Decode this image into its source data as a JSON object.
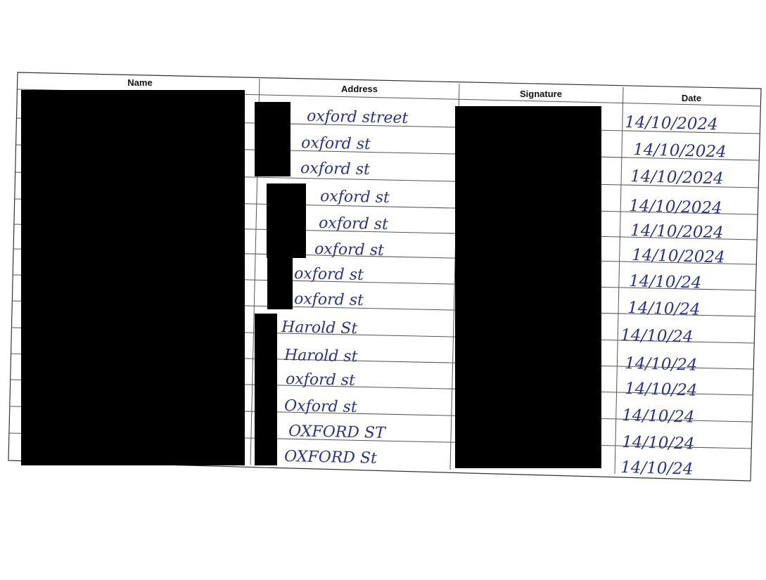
{
  "headers": {
    "name": "Name",
    "address": "Address",
    "signature": "Signature",
    "date": "Date"
  },
  "rows": [
    {
      "address": "oxford street",
      "date": "14/10/2024"
    },
    {
      "address": "oxford st",
      "date": "14/10/2024"
    },
    {
      "address": "oxford st",
      "date": "14/10/2024"
    },
    {
      "address": "oxford st",
      "date": "14/10/2024"
    },
    {
      "address": "oxford st",
      "date": "14/10/2024"
    },
    {
      "address": "oxford st",
      "date": "14/10/2024"
    },
    {
      "address": "oxford st",
      "date": "14/10/24"
    },
    {
      "address": "oxford st",
      "date": "14/10/24"
    },
    {
      "address": "Harold St",
      "date": "14/10/24"
    },
    {
      "address": "Harold st",
      "date": "14/10/24"
    },
    {
      "address": "oxford st",
      "date": "14/10/24"
    },
    {
      "address": "Oxford st",
      "date": "14/10/24"
    },
    {
      "address": "OXFORD ST",
      "date": "14/10/24"
    },
    {
      "address": "OXFORD St",
      "date": "14/10/24"
    }
  ],
  "colors": {
    "ink": "#2a3585",
    "redaction": "#000000",
    "grid": "#555555"
  }
}
